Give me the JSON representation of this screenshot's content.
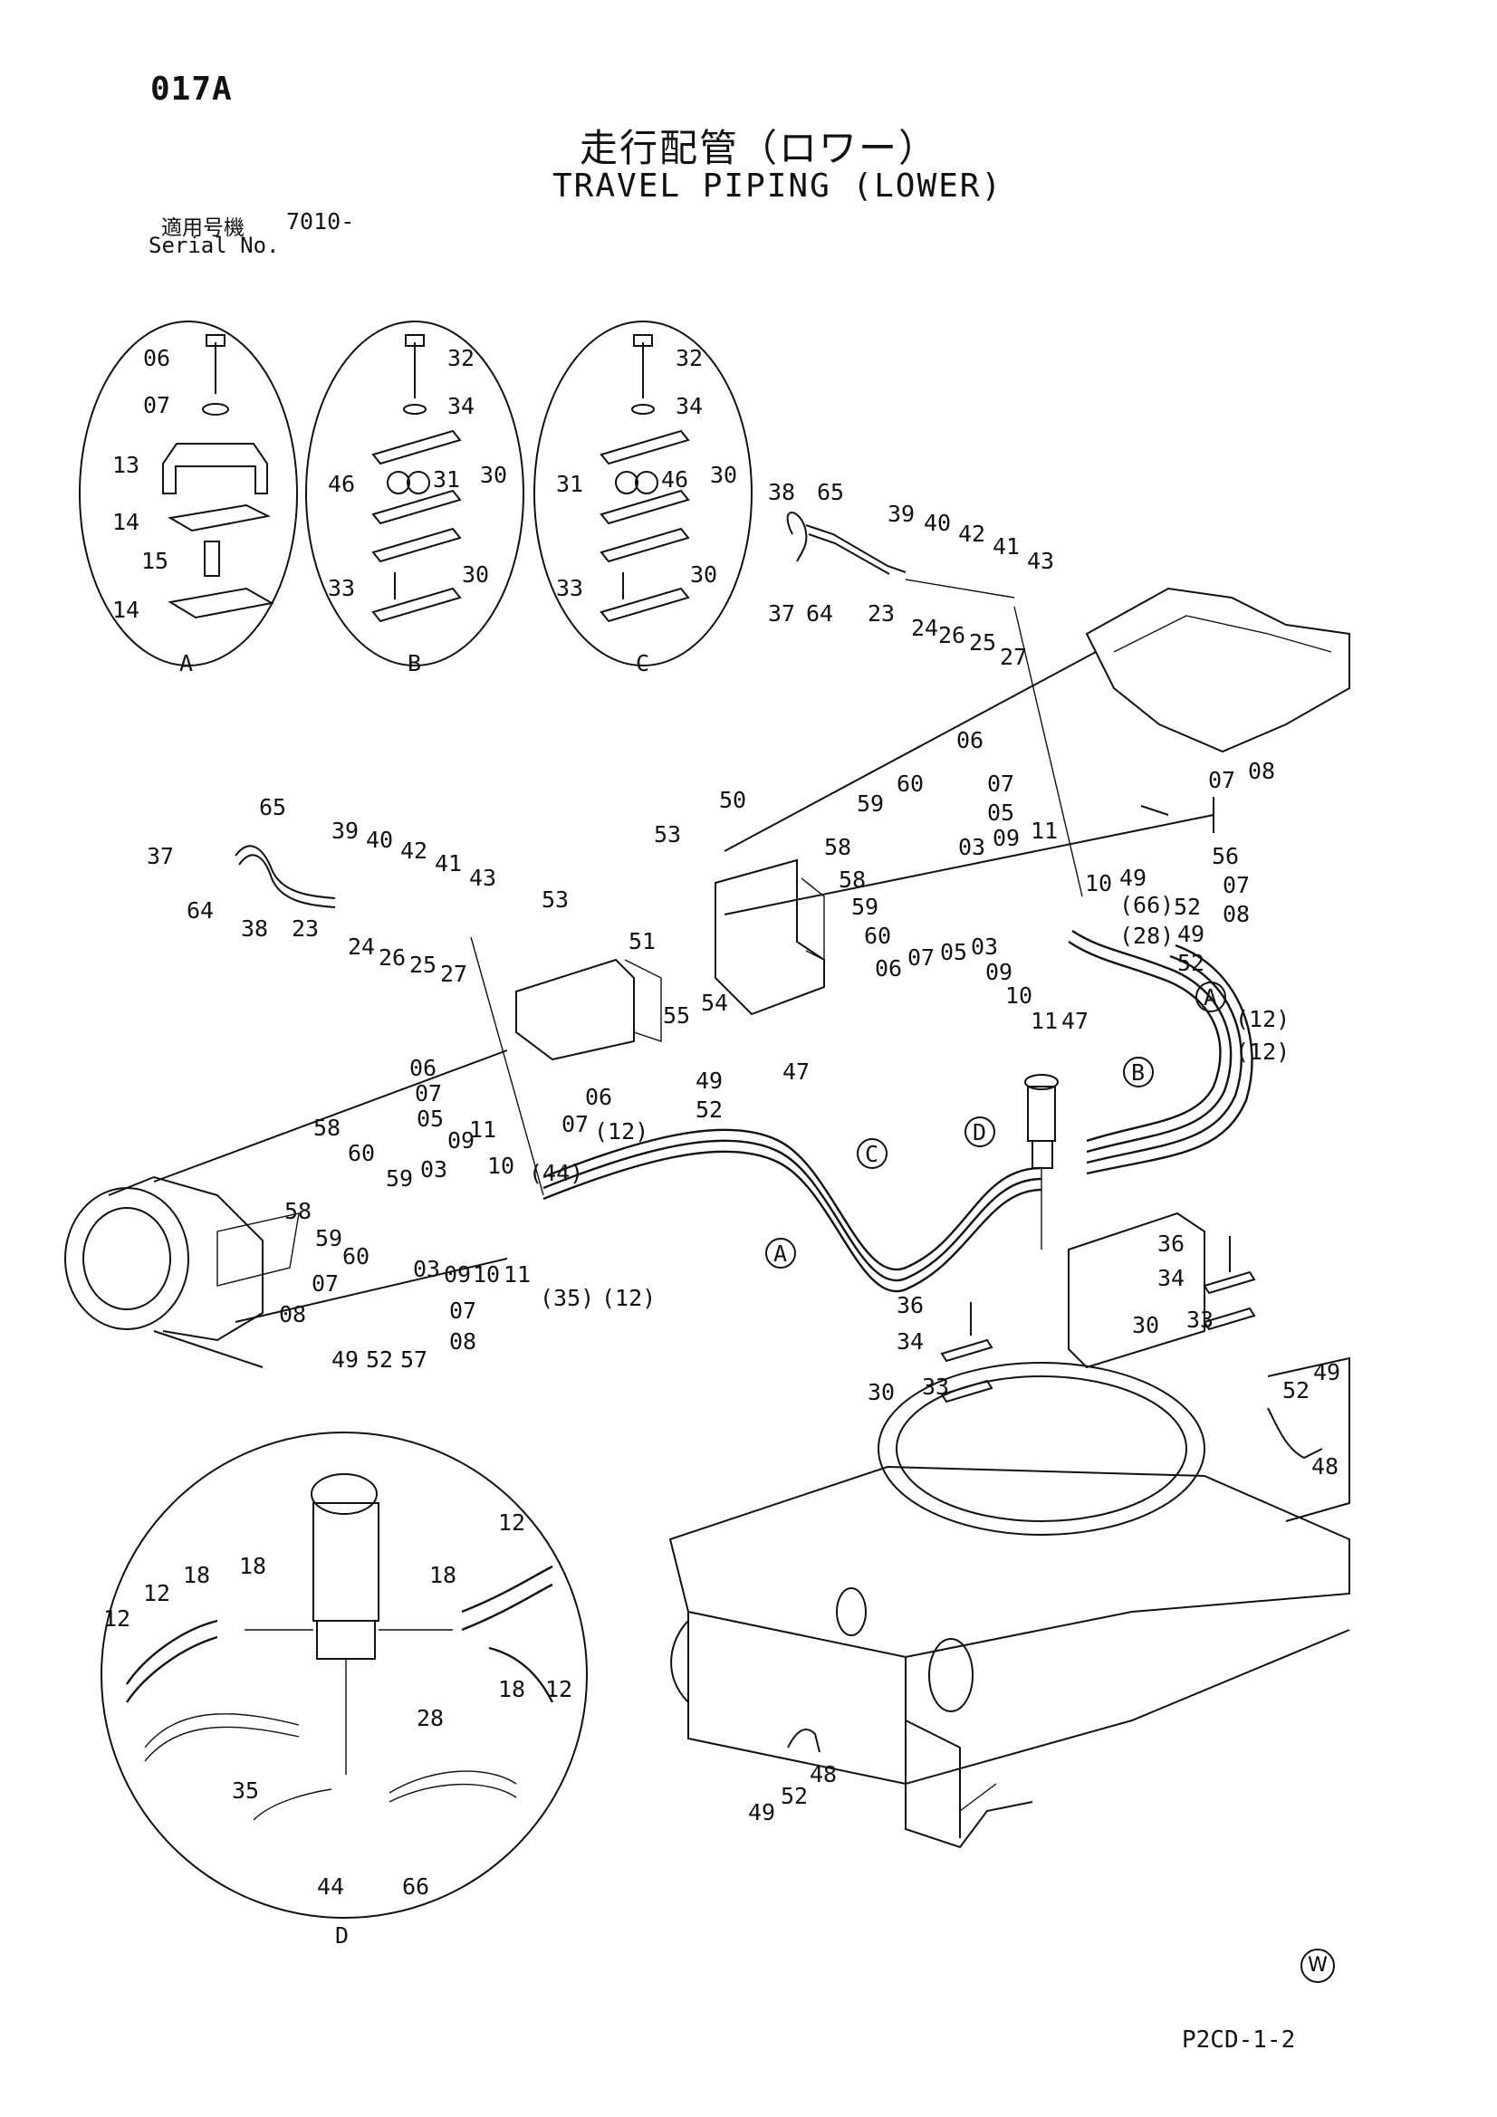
{
  "header": {
    "code": "017A",
    "title_jp": "走行配管（ロワー）",
    "title_en": "TRAVEL PIPING (LOWER)",
    "serial_label_jp": "適用号機",
    "serial_value": "7010-",
    "serial_label_en": "Serial No."
  },
  "footer": {
    "watermark_symbol": "W",
    "page_ref": "P2CD-1-2"
  },
  "detail_markers": [
    "A",
    "B",
    "C",
    "D"
  ],
  "callouts": {
    "detail_a": [
      "06",
      "07",
      "13",
      "14",
      "15",
      "14"
    ],
    "detail_b": [
      "32",
      "34",
      "46",
      "31",
      "30",
      "33",
      "30"
    ],
    "detail_c": [
      "32",
      "34",
      "31",
      "46",
      "30",
      "33",
      "30"
    ],
    "upper_left": [
      "38",
      "65",
      "37",
      "64",
      "39",
      "40",
      "42",
      "41",
      "43",
      "23",
      "24",
      "26",
      "25",
      "27"
    ],
    "right_group": [
      "06",
      "07",
      "05",
      "59",
      "60",
      "58",
      "58",
      "53",
      "50",
      "03",
      "09",
      "11",
      "07",
      "08",
      "56",
      "49",
      "52",
      "07",
      "08",
      "10",
      "(66)",
      "(28)",
      "49",
      "52",
      "59",
      "60",
      "06",
      "07",
      "05",
      "03",
      "09",
      "10",
      "11",
      "47",
      "(12)",
      "(12)"
    ],
    "left_group": [
      "37",
      "65",
      "39",
      "40",
      "42",
      "41",
      "43",
      "64",
      "38",
      "23",
      "24",
      "26",
      "25",
      "27",
      "53",
      "51",
      "55",
      "54",
      "49",
      "52",
      "47",
      "06",
      "06",
      "07",
      "05",
      "07",
      "58",
      "60",
      "59",
      "03",
      "09",
      "11",
      "10",
      "(44)",
      "(12)",
      "58",
      "59",
      "60",
      "03",
      "09",
      "10",
      "11",
      "(35)",
      "(12)",
      "07",
      "08",
      "49",
      "52",
      "57",
      "07",
      "08"
    ],
    "clamp_group": [
      "36",
      "34",
      "30",
      "33",
      "36",
      "34",
      "30",
      "33",
      "52",
      "49",
      "48",
      "48",
      "49",
      "52"
    ],
    "detail_d": [
      "12",
      "18",
      "18",
      "12",
      "18",
      "12",
      "18",
      "12",
      "35",
      "28",
      "44",
      "66"
    ]
  }
}
